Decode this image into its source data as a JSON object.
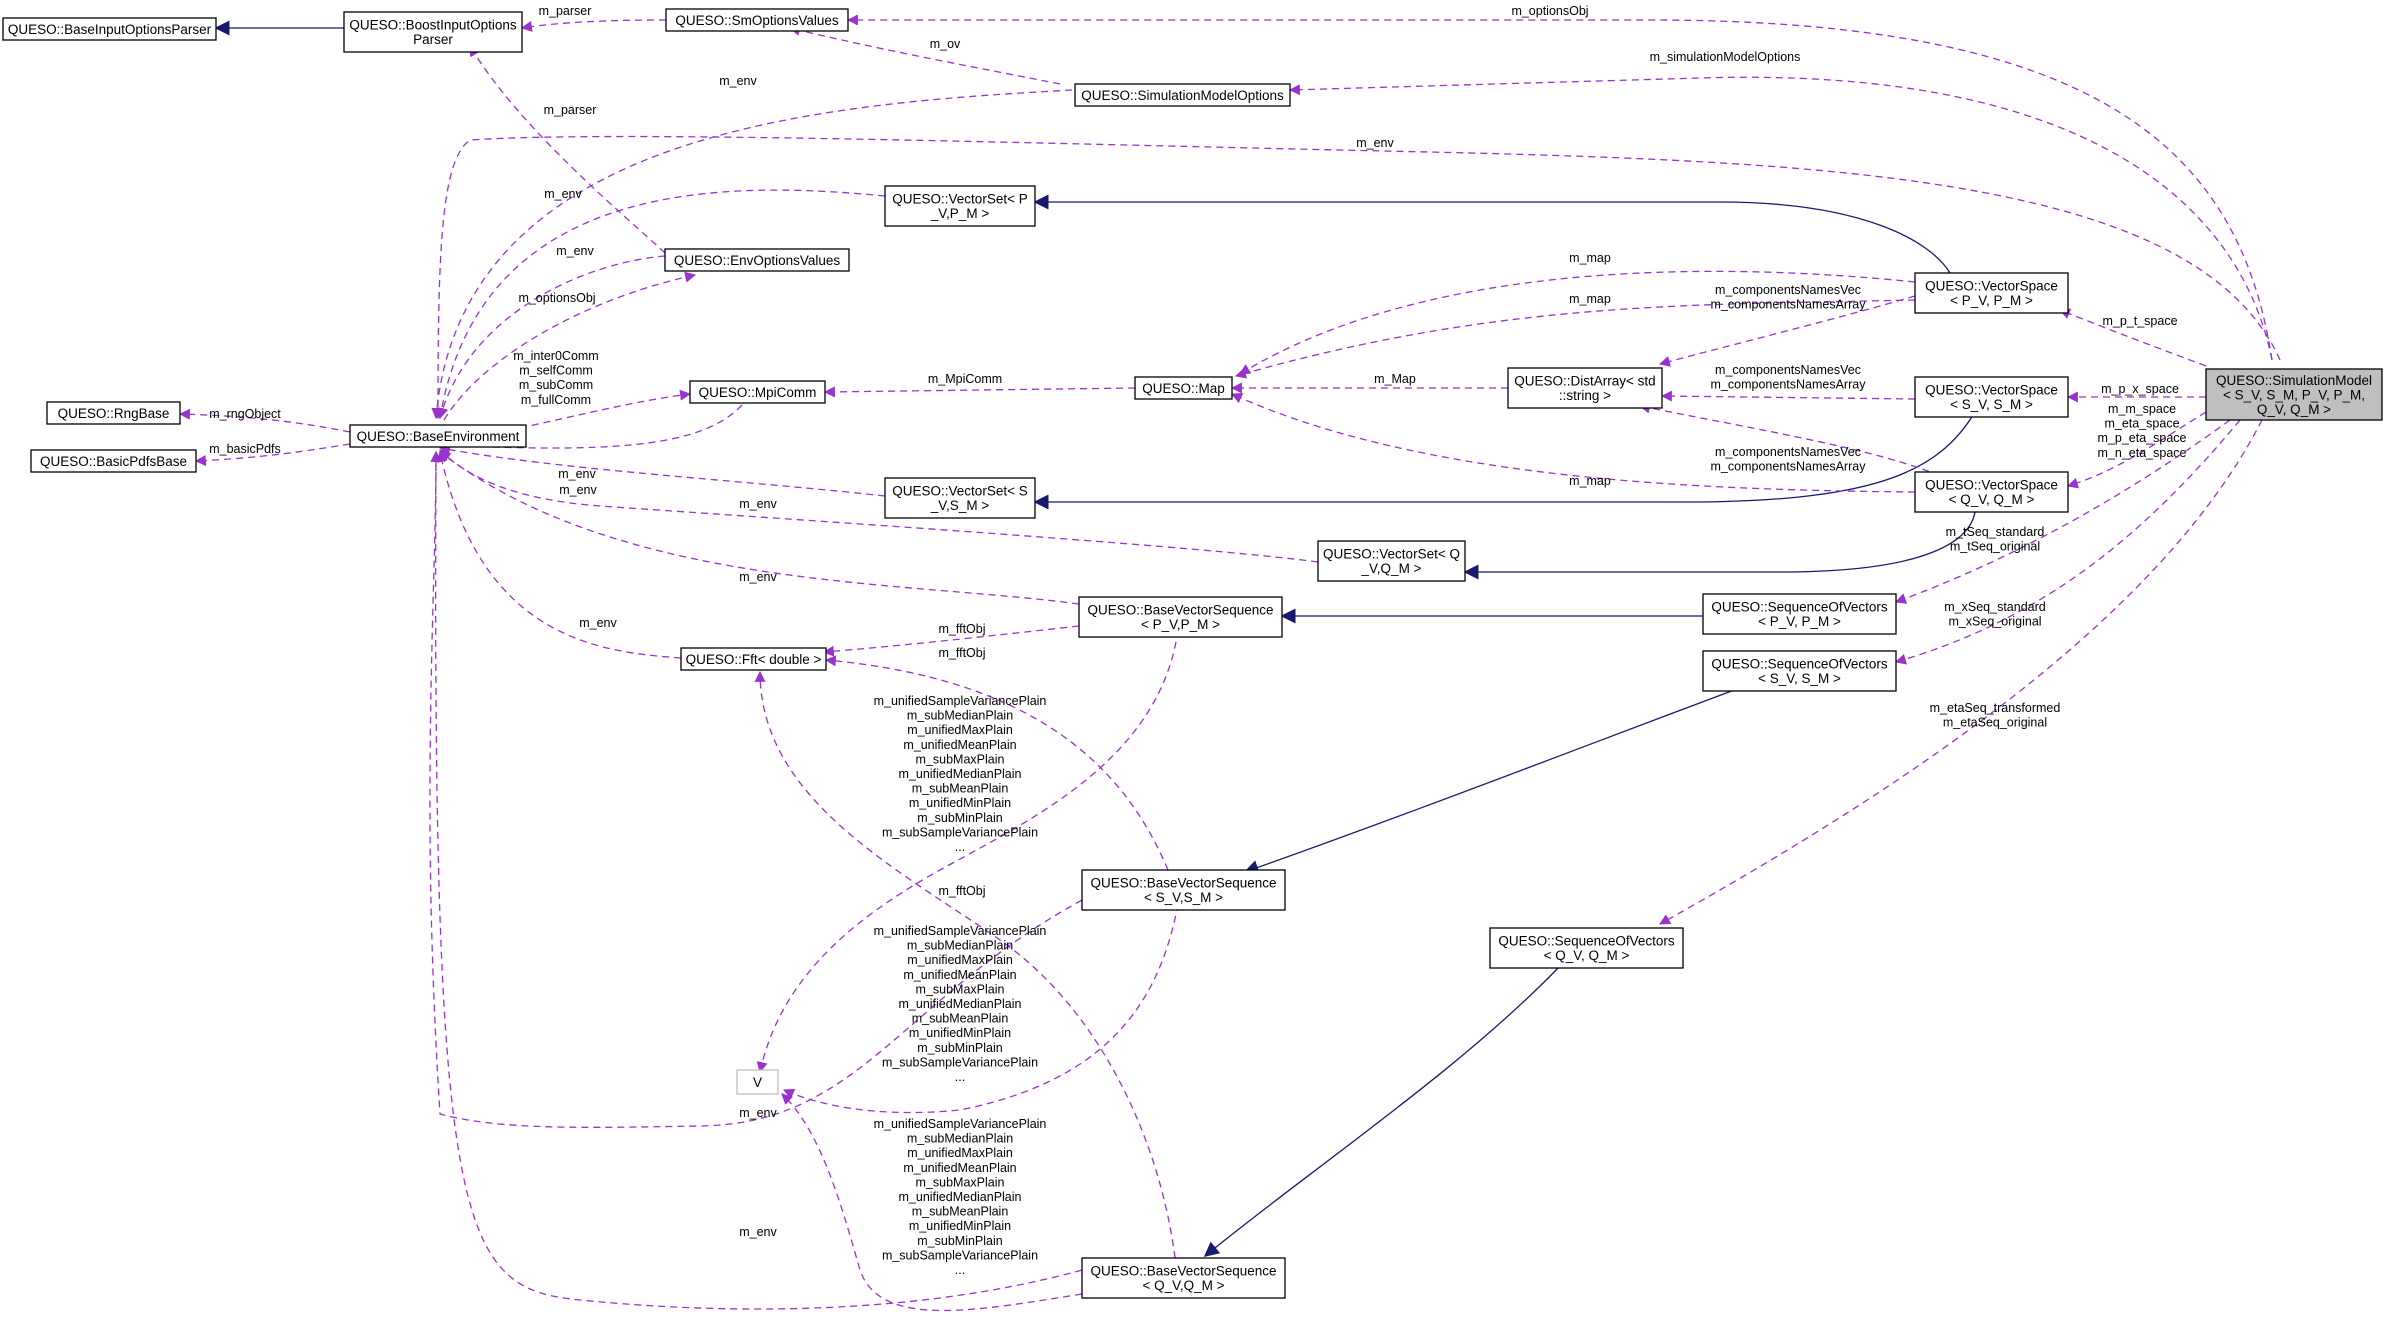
{
  "colors": {
    "usage": "#9a32cd",
    "inherit": "#191970",
    "highlight": "#bfbfbf"
  },
  "nodes": [
    {
      "id": "base_input",
      "lines": [
        "QUESO::BaseInputOptionsParser"
      ]
    },
    {
      "id": "boost",
      "lines": [
        "QUESO::BoostInputOptions",
        "Parser"
      ]
    },
    {
      "id": "sm_opts",
      "lines": [
        "QUESO::SmOptionsValues"
      ]
    },
    {
      "id": "sim_opts",
      "lines": [
        "QUESO::SimulationModelOptions"
      ]
    },
    {
      "id": "vs_pv_set",
      "lines": [
        "QUESO::VectorSet< P",
        "_V,P_M >"
      ]
    },
    {
      "id": "env_opts",
      "lines": [
        "QUESO::EnvOptionsValues"
      ]
    },
    {
      "id": "rng",
      "lines": [
        "QUESO::RngBase"
      ]
    },
    {
      "id": "pdfs",
      "lines": [
        "QUESO::BasicPdfsBase"
      ]
    },
    {
      "id": "base_env",
      "lines": [
        "QUESO::BaseEnvironment"
      ]
    },
    {
      "id": "mpi",
      "lines": [
        "QUESO::MpiComm"
      ]
    },
    {
      "id": "map",
      "lines": [
        "QUESO::Map"
      ]
    },
    {
      "id": "distarray",
      "lines": [
        "QUESO::DistArray< std",
        "::string >"
      ]
    },
    {
      "id": "vspace_pv",
      "lines": [
        "QUESO::VectorSpace",
        "< P_V, P_M >"
      ]
    },
    {
      "id": "vspace_sv",
      "lines": [
        "QUESO::VectorSpace",
        "< S_V, S_M >"
      ]
    },
    {
      "id": "vspace_qv",
      "lines": [
        "QUESO::VectorSpace",
        "< Q_V, Q_M >"
      ]
    },
    {
      "id": "vs_sv_set",
      "lines": [
        "QUESO::VectorSet< S",
        "_V,S_M >"
      ]
    },
    {
      "id": "vs_qv_set",
      "lines": [
        "QUESO::VectorSet< Q",
        "_V,Q_M >"
      ]
    },
    {
      "id": "bvs_pv",
      "lines": [
        "QUESO::BaseVectorSequence",
        "< P_V,P_M >"
      ]
    },
    {
      "id": "fft",
      "lines": [
        "QUESO::Fft< double >"
      ]
    },
    {
      "id": "sov_pv",
      "lines": [
        "QUESO::SequenceOfVectors",
        "< P_V, P_M >"
      ]
    },
    {
      "id": "sov_sv",
      "lines": [
        "QUESO::SequenceOfVectors",
        "< S_V, S_M >"
      ]
    },
    {
      "id": "bvs_sv",
      "lines": [
        "QUESO::BaseVectorSequence",
        "< S_V,S_M >"
      ]
    },
    {
      "id": "sov_qv",
      "lines": [
        "QUESO::SequenceOfVectors",
        "< Q_V, Q_M >"
      ]
    },
    {
      "id": "v",
      "lines": [
        "V"
      ]
    },
    {
      "id": "bvs_qv",
      "lines": [
        "QUESO::BaseVectorSequence",
        "< Q_V,Q_M >"
      ]
    },
    {
      "id": "sim_model",
      "lines": [
        "QUESO::SimulationModel",
        "< S_V, S_M, P_V, P_M,",
        "Q_V, Q_M >"
      ]
    }
  ],
  "edges": [
    {
      "id": "e_boost_base",
      "kind": "inherit",
      "label": []
    },
    {
      "id": "e_smopts_boost",
      "kind": "usage",
      "label": [
        "m_parser"
      ]
    },
    {
      "id": "e_envopts_boost",
      "kind": "usage",
      "label": [
        "m_parser"
      ]
    },
    {
      "id": "e_simopts_smopts",
      "kind": "usage",
      "label": [
        "m_ov"
      ]
    },
    {
      "id": "e_model_smopts",
      "kind": "usage",
      "label": [
        "m_optionsObj"
      ]
    },
    {
      "id": "e_model_simopts",
      "kind": "usage",
      "label": [
        "m_simulationModelOptions"
      ]
    },
    {
      "id": "e_simopts_env",
      "kind": "usage",
      "label": [
        "m_env"
      ]
    },
    {
      "id": "e_model_env",
      "kind": "usage",
      "label": [
        "m_env"
      ]
    },
    {
      "id": "e_vspv_env",
      "kind": "usage",
      "label": [
        "m_env"
      ]
    },
    {
      "id": "e_envopts_env",
      "kind": "usage",
      "label": [
        "m_env"
      ]
    },
    {
      "id": "e_env_envopts",
      "kind": "usage",
      "label": [
        "m_optionsObj"
      ]
    },
    {
      "id": "e_env_mpi",
      "kind": "usage",
      "label": [
        "m_inter0Comm",
        "m_selfComm",
        "m_subComm",
        "m_fullComm"
      ]
    },
    {
      "id": "e_mpi_env",
      "kind": "usage",
      "label": [
        "m_env"
      ]
    },
    {
      "id": "e_env_rng",
      "kind": "usage",
      "label": [
        "m_rngObject"
      ]
    },
    {
      "id": "e_env_pdfs",
      "kind": "usage",
      "label": [
        "m_basicPdfs"
      ]
    },
    {
      "id": "e_vssv_env",
      "kind": "usage",
      "label": [
        "m_env"
      ]
    },
    {
      "id": "e_vsqv_env",
      "kind": "usage",
      "label": [
        "m_env"
      ]
    },
    {
      "id": "e_bvspv_env",
      "kind": "usage",
      "label": [
        "m_env"
      ]
    },
    {
      "id": "e_fft_env",
      "kind": "usage",
      "label": [
        "m_env"
      ]
    },
    {
      "id": "e_bvssv_env",
      "kind": "usage",
      "label": [
        "m_env"
      ]
    },
    {
      "id": "e_bvsqv_env",
      "kind": "usage",
      "label": [
        "m_env"
      ]
    },
    {
      "id": "e_map_mpi",
      "kind": "usage",
      "label": [
        "m_MpiComm"
      ]
    },
    {
      "id": "e_dist_map",
      "kind": "usage",
      "label": [
        "m_Map"
      ]
    },
    {
      "id": "e_vspacepv_map",
      "kind": "usage",
      "label": [
        "m_map"
      ]
    },
    {
      "id": "e_vspacesv_map",
      "kind": "usage",
      "label": [
        "m_map"
      ]
    },
    {
      "id": "e_vspaceqv_map",
      "kind": "usage",
      "label": [
        "m_map"
      ]
    },
    {
      "id": "e_vspacepv_dist",
      "kind": "usage",
      "label": [
        "m_componentsNamesVec",
        "m_componentsNamesArray"
      ]
    },
    {
      "id": "e_vspacesv_dist",
      "kind": "usage",
      "label": [
        "m_componentsNamesVec",
        "m_componentsNamesArray"
      ]
    },
    {
      "id": "e_vspaceqv_dist",
      "kind": "usage",
      "label": [
        "m_componentsNamesVec",
        "m_componentsNamesArray"
      ]
    },
    {
      "id": "e_vspacepv_vspv",
      "kind": "inherit",
      "label": []
    },
    {
      "id": "e_vspacesv_vssv",
      "kind": "inherit",
      "label": []
    },
    {
      "id": "e_vspaceqv_vsqv",
      "kind": "inherit",
      "label": []
    },
    {
      "id": "e_model_vspacepv",
      "kind": "usage",
      "label": [
        "m_p_t_space"
      ]
    },
    {
      "id": "e_model_vspacesv",
      "kind": "usage",
      "label": [
        "m_p_x_space"
      ]
    },
    {
      "id": "e_model_vspaceqv",
      "kind": "usage",
      "label": [
        "m_m_space",
        "m_eta_space",
        "m_p_eta_space",
        "m_n_eta_space"
      ]
    },
    {
      "id": "e_model_sovpv",
      "kind": "usage",
      "label": [
        "m_tSeq_standard",
        "m_tSeq_original"
      ]
    },
    {
      "id": "e_model_sovsv",
      "kind": "usage",
      "label": [
        "m_xSeq_standard",
        "m_xSeq_original"
      ]
    },
    {
      "id": "e_model_sovqv",
      "kind": "usage",
      "label": [
        "m_etaSeq_transformed",
        "m_etaSeq_original"
      ]
    },
    {
      "id": "e_sovpv_bvspv",
      "kind": "inherit",
      "label": []
    },
    {
      "id": "e_sovsv_bvssv",
      "kind": "inherit",
      "label": []
    },
    {
      "id": "e_sovqv_bvsqv",
      "kind": "inherit",
      "label": []
    },
    {
      "id": "e_bvspv_fft",
      "kind": "usage",
      "label": [
        "m_fftObj"
      ]
    },
    {
      "id": "e_bvssv_fft",
      "kind": "usage",
      "label": [
        "m_fftObj"
      ]
    },
    {
      "id": "e_bvsqv_fft",
      "kind": "usage",
      "label": [
        "m_fftObj"
      ]
    },
    {
      "id": "e_bvspv_v",
      "kind": "usage",
      "label": [
        "m_unifiedSampleVariancePlain",
        "m_subMedianPlain",
        "m_unifiedMaxPlain",
        "m_unifiedMeanPlain",
        "m_subMaxPlain",
        "m_unifiedMedianPlain",
        "m_subMeanPlain",
        "m_unifiedMinPlain",
        "m_subMinPlain",
        "m_subSampleVariancePlain",
        "..."
      ]
    },
    {
      "id": "e_bvssv_v",
      "kind": "usage",
      "label": [
        "m_unifiedSampleVariancePlain",
        "m_subMedianPlain",
        "m_unifiedMaxPlain",
        "m_unifiedMeanPlain",
        "m_subMaxPlain",
        "m_unifiedMedianPlain",
        "m_subMeanPlain",
        "m_unifiedMinPlain",
        "m_subMinPlain",
        "m_subSampleVariancePlain",
        "..."
      ]
    },
    {
      "id": "e_bvsqv_v",
      "kind": "usage",
      "label": [
        "m_unifiedSampleVariancePlain",
        "m_subMedianPlain",
        "m_unifiedMaxPlain",
        "m_unifiedMeanPlain",
        "m_subMaxPlain",
        "m_unifiedMedianPlain",
        "m_subMeanPlain",
        "m_unifiedMinPlain",
        "m_subMinPlain",
        "m_subSampleVariancePlain",
        "..."
      ]
    }
  ]
}
